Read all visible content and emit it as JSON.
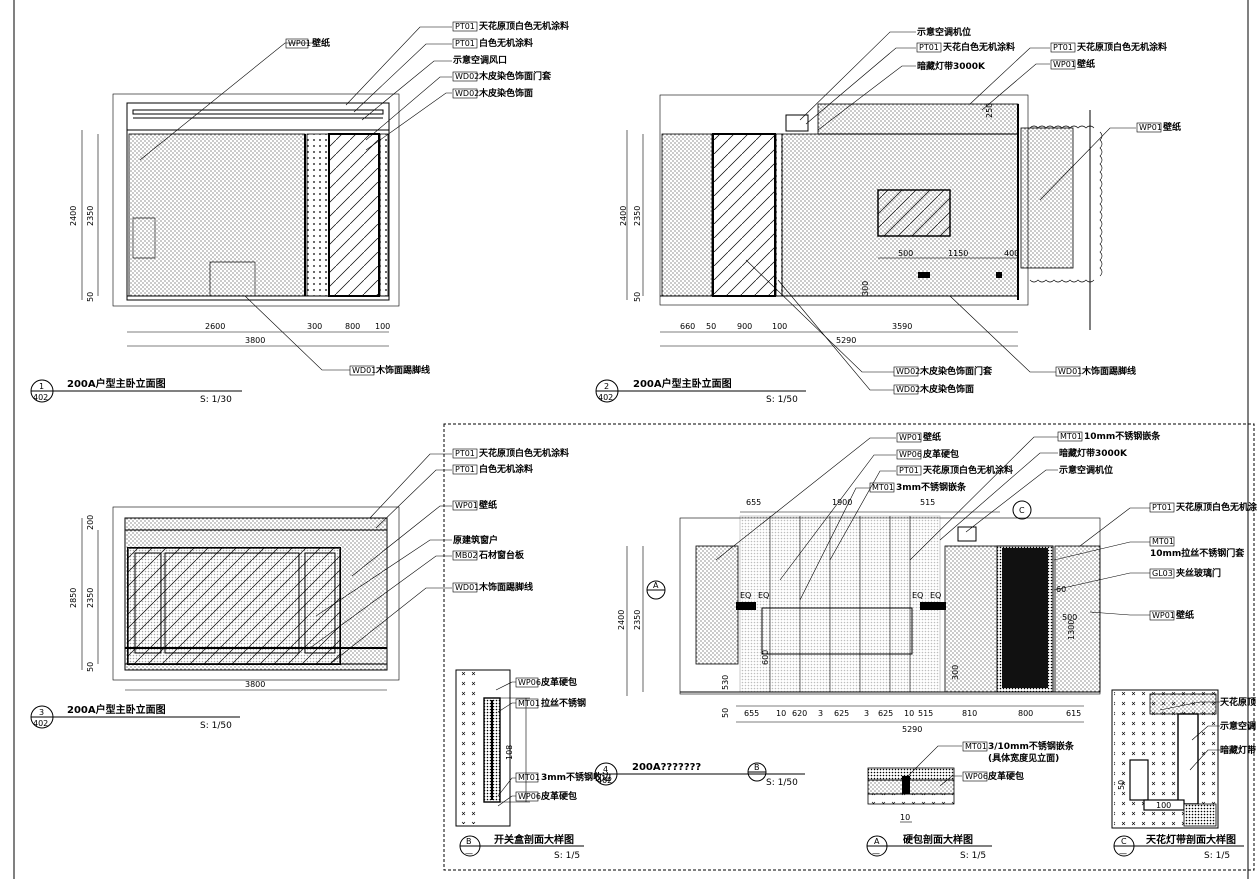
{
  "views": {
    "v1": {
      "num": "1",
      "sheet": "402",
      "title": "200A户型主卧立面图",
      "scale": "S: 1/30",
      "dims_bottom": [
        "2600",
        "300",
        "800",
        "100"
      ],
      "dim_total": "3800",
      "dims_left": [
        "2400",
        "2350",
        "50"
      ],
      "callouts": [
        {
          "code": "WP01",
          "text": "壁纸"
        },
        {
          "code": "PT01",
          "text": "天花原顶白色无机涂料"
        },
        {
          "code": "PT01",
          "text": "白色无机涂料"
        },
        {
          "code": "",
          "text": "示意空调风口"
        },
        {
          "code": "WD02",
          "text": "木皮染色饰面门套"
        },
        {
          "code": "WD02",
          "text": "木皮染色饰面"
        },
        {
          "code": "WD01",
          "text": "木饰面踢脚线"
        }
      ]
    },
    "v2": {
      "num": "2",
      "sheet": "402",
      "title": "200A户型主卧立面图",
      "scale": "S: 1/50",
      "dims_bottom": [
        "660",
        "50",
        "900",
        "100",
        "3590"
      ],
      "dim_total": "5290",
      "dims_left": [
        "2400",
        "2350",
        "50"
      ],
      "dims_inner": [
        "500",
        "1150",
        "400",
        "300",
        "250"
      ],
      "callouts": [
        {
          "code": "",
          "text": "示意空调机位"
        },
        {
          "code": "PT01",
          "text": "天花白色无机涂料"
        },
        {
          "code": "",
          "text": "暗藏灯带3000K"
        },
        {
          "code": "PT01",
          "text": "天花原顶白色无机涂料"
        },
        {
          "code": "WP01",
          "text": "壁纸"
        },
        {
          "code": "WP01",
          "text": "壁纸"
        },
        {
          "code": "WD02",
          "text": "木皮染色饰面门套"
        },
        {
          "code": "WD02",
          "text": "木皮染色饰面"
        },
        {
          "code": "WD01",
          "text": "木饰面踢脚线"
        }
      ]
    },
    "v3": {
      "num": "3",
      "sheet": "402",
      "title": "200A户型主卧立面图",
      "scale": "S: 1/50",
      "dim_total": "3800",
      "dims_left": [
        "200",
        "2850",
        "2350",
        "50"
      ],
      "callouts": [
        {
          "code": "PT01",
          "text": "天花原顶白色无机涂料"
        },
        {
          "code": "PT01",
          "text": "白色无机涂料"
        },
        {
          "code": "WP01",
          "text": "壁纸"
        },
        {
          "code": "",
          "text": "原建筑窗户"
        },
        {
          "code": "MB02",
          "text": "石材窗台板"
        },
        {
          "code": "WD01",
          "text": "木饰面踢脚线"
        }
      ]
    },
    "v4": {
      "num": "4",
      "sheet": "402",
      "title": "200A???????",
      "scale": "S: 1/50",
      "dims_top": [
        "655",
        "1900",
        "515"
      ],
      "dims_bottom": [
        "655",
        "10",
        "620",
        "3",
        "625",
        "3",
        "625",
        "10",
        "515",
        "810",
        "800",
        "615"
      ],
      "dim_total": "5290",
      "dims_left": [
        "2400",
        "2350",
        "530",
        "50"
      ],
      "dims_inner": [
        "EQ",
        "EQ",
        "EQ",
        "EQ",
        "600",
        "300",
        "1300",
        "60",
        "500"
      ],
      "section_marks": [
        "A",
        "B",
        "C"
      ],
      "callouts": [
        {
          "code": "WP01",
          "text": "壁纸"
        },
        {
          "code": "WP06",
          "text": "皮革硬包"
        },
        {
          "code": "PT01",
          "text": "天花原顶白色无机涂料"
        },
        {
          "code": "MT01",
          "text": "3mm不锈钢嵌条"
        },
        {
          "code": "MT01",
          "text": "10mm不锈钢嵌条"
        },
        {
          "code": "",
          "text": "暗藏灯带3000K"
        },
        {
          "code": "",
          "text": "示意空调机位"
        },
        {
          "code": "PT01",
          "text": "天花原顶白色无机涂"
        },
        {
          "code": "MT01",
          "text": "10mm拉丝不锈钢门套"
        },
        {
          "code": "GL03",
          "text": "夹丝玻璃门"
        },
        {
          "code": "WP01",
          "text": "壁纸"
        }
      ]
    },
    "vB": {
      "num": "B",
      "sheet": "—",
      "title": "开关盒剖面大样图",
      "scale": "S: 1/5",
      "dim": "108",
      "callouts": [
        {
          "code": "WP06",
          "text": "皮革硬包"
        },
        {
          "code": "MT01",
          "text": "拉丝不锈钢"
        },
        {
          "code": "MT01",
          "text": "3mm不锈钢收边"
        },
        {
          "code": "WP06",
          "text": "皮革硬包"
        }
      ]
    },
    "vA": {
      "num": "A",
      "sheet": "—",
      "title": "硬包剖面大样图",
      "scale": "S: 1/5",
      "dim": "10",
      "callouts": [
        {
          "code": "MT01",
          "text": "3/10mm不锈钢嵌条"
        },
        {
          "code": "",
          "text": "(具体宽度见立面)"
        },
        {
          "code": "WP06",
          "text": "皮革硬包"
        }
      ]
    },
    "vC": {
      "num": "C",
      "sheet": "—",
      "title": "天花灯带剖面大样图",
      "scale": "S: 1/5",
      "dims": [
        "50",
        "100"
      ],
      "callouts": [
        {
          "code": "",
          "text": "天花原顶"
        },
        {
          "code": "",
          "text": "示意空调"
        },
        {
          "code": "",
          "text": "暗藏灯带"
        }
      ]
    }
  },
  "colors": {
    "line": "#000000",
    "paper": "#ffffff",
    "hatch": "#000000"
  }
}
